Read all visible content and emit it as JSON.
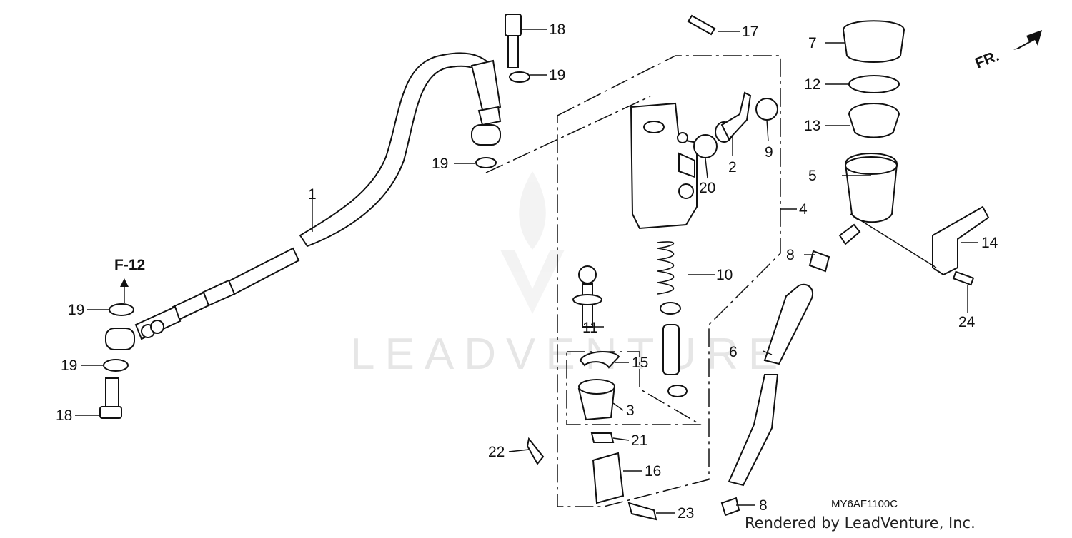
{
  "diagram": {
    "labels": [
      "1",
      "2",
      "3",
      "4",
      "5",
      "6",
      "7",
      "8",
      "8",
      "9",
      "10",
      "11",
      "12",
      "13",
      "14",
      "15",
      "16",
      "17",
      "18",
      "18",
      "19",
      "19",
      "19",
      "19",
      "20",
      "21",
      "22",
      "23",
      "24"
    ],
    "reference": "F-12",
    "front_indicator": "FR.",
    "drawing_code": "MY6AF1100C",
    "credit": "Rendered by LeadVenture, Inc.",
    "watermark": "LEADVENTURE"
  }
}
